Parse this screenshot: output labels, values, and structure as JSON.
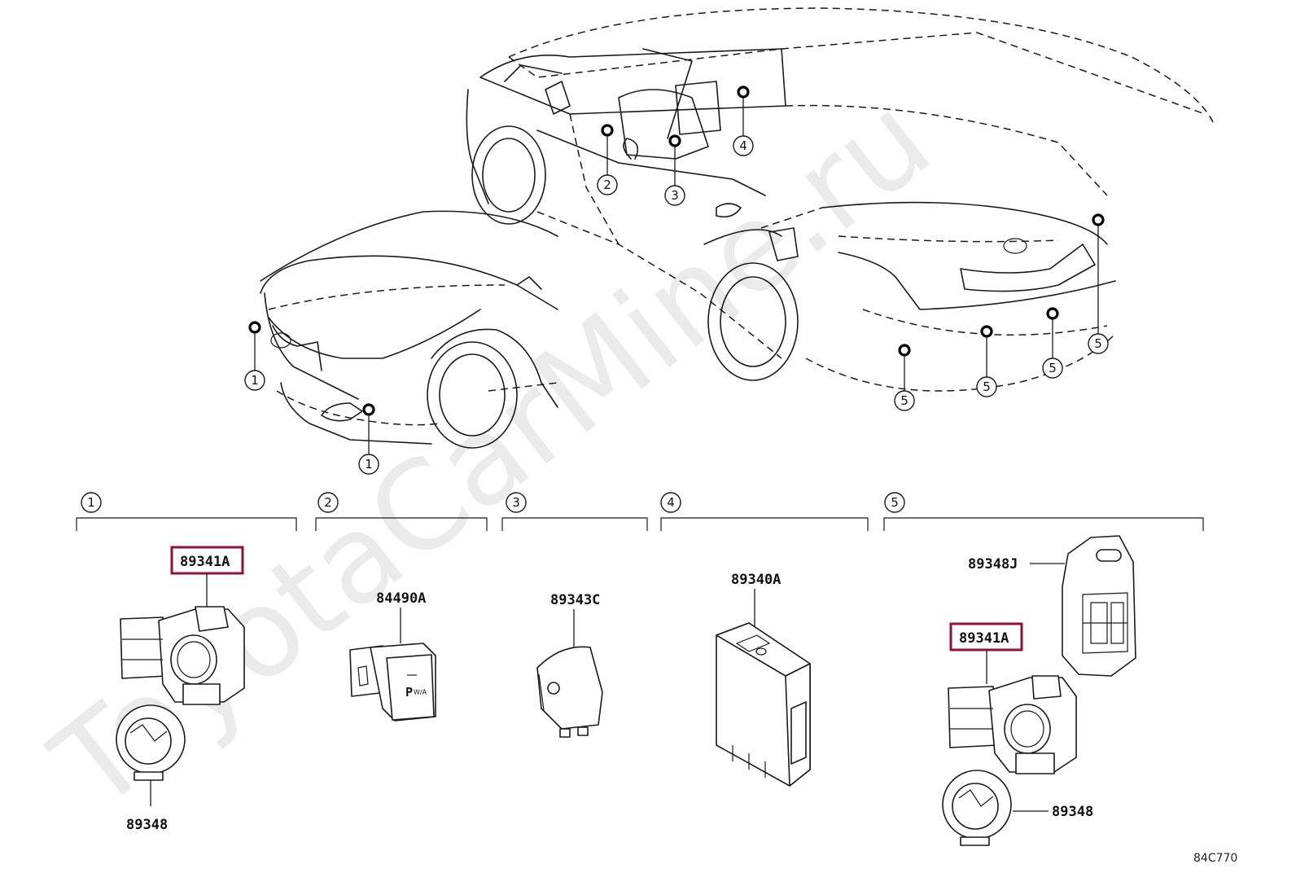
{
  "watermark": "ToyotaCarMine.ru",
  "figure_code": "84C770",
  "locations": [
    {
      "id": "1",
      "label": "1"
    },
    {
      "id": "1b",
      "label": "1"
    },
    {
      "id": "2",
      "label": "2"
    },
    {
      "id": "3",
      "label": "3"
    },
    {
      "id": "4",
      "label": "4"
    },
    {
      "id": "5a",
      "label": "5"
    },
    {
      "id": "5b",
      "label": "5"
    },
    {
      "id": "5c",
      "label": "5"
    },
    {
      "id": "5d",
      "label": "5"
    }
  ],
  "groups": [
    {
      "label": "1"
    },
    {
      "label": "2"
    },
    {
      "label": "3"
    },
    {
      "label": "4"
    },
    {
      "label": "5"
    }
  ],
  "parts": {
    "g1_sensor": {
      "number": "89341A",
      "highlighted": true
    },
    "g1_retainer": {
      "number": "89348"
    },
    "g2_switch": {
      "number": "84490A",
      "switch_text": "P",
      "switch_subtext": "W/A"
    },
    "g3_buzzer": {
      "number": "89343C"
    },
    "g4_ecu": {
      "number": "89340A"
    },
    "g5_holder": {
      "number": "89348J"
    },
    "g5_sensor": {
      "number": "89341A",
      "highlighted": true
    },
    "g5_retainer": {
      "number": "89348"
    }
  },
  "colors": {
    "highlight": "#8a1538",
    "marker": "#000000"
  }
}
